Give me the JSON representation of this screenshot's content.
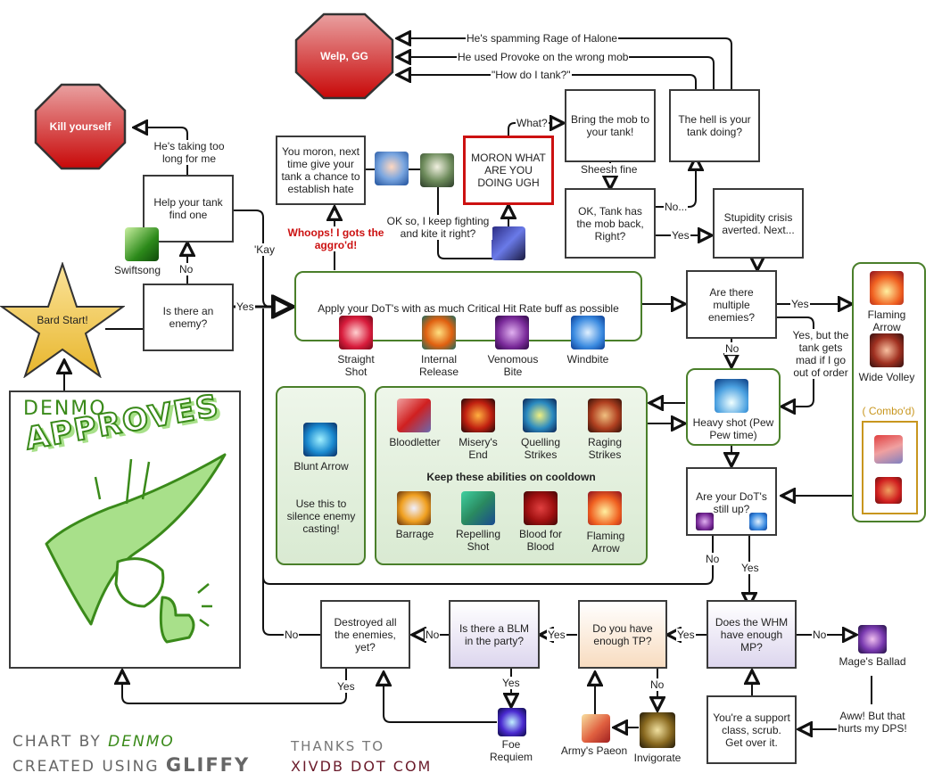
{
  "title": "Bard flowchart",
  "colors": {
    "stop_red": "#cc1111",
    "group_green": "#4a7f2a",
    "combo_gold": "#c8961e",
    "star_gold": "#f0c040",
    "credit_green": "#3a8a1a",
    "credit_gray": "#666666",
    "credit_maroon": "#6a1a2a"
  },
  "terminals": {
    "welp": "Welp, GG",
    "kill": "Kill yourself",
    "start": "Bard Start!"
  },
  "nodes": {
    "help_tank": "Help your tank find one",
    "is_enemy": "Is there an enemy?",
    "you_moron": "You moron, next time give your tank a chance to establish hate",
    "moron_what": "MORON WHAT ARE YOU DOING UGH",
    "bring_mob": "Bring the mob to your tank!",
    "hell_tank": "The hell is your tank doing?",
    "ok_tank": "OK, Tank has the mob back, Right?",
    "crisis": "Stupidity crisis averted. Next...",
    "apply_dots": "Apply your DoT's with as much Critical Hit Rate buff as possible",
    "multiple": "Are there multiple enemies?",
    "heavy_shot": "Heavy shot (Pew Pew time)",
    "dots_up": "Are your DoT's still up?",
    "whm_mp": "Does the WHM have enough MP?",
    "tp": "Do you have enough TP?",
    "blm": "Is there a BLM in the party?",
    "destroyed": "Destroyed all the enemies, yet?",
    "support": "You're a support class, scrub. Get over it.",
    "cooldown_title": "Keep these abilities on cooldown",
    "blunt_desc": "Use this to silence enemy casting!",
    "combo": "( Combo'd)"
  },
  "edge_labels": {
    "rage": "He's spamming Rage of Halone",
    "provoke": "He used Provoke on the wrong mob",
    "how_tank": "\"How do I tank?\"",
    "taking_long": "He's taking too long for me",
    "kay": "'Kay",
    "no_enemy": "No",
    "yes_enemy": "Yes",
    "whoops": "Whoops! I gots the aggro'd!",
    "kite": "OK so, I keep fighting and kite it right?",
    "what": "What?",
    "sheesh": "Sheesh fine",
    "no_dots": "No...",
    "yes_ok": "Yes",
    "multi_yes": "Yes",
    "multi_no": "No",
    "yes_but": "Yes, but the tank gets mad if I go out of order",
    "dots_no": "No",
    "dots_yes": "Yes",
    "whm_no": "No",
    "whm_yes": "Yes",
    "tp_yes": "Yes",
    "tp_no": "No",
    "blm_no": "No",
    "blm_yes": "Yes",
    "destroyed_no": "No",
    "destroyed_yes": "Yes",
    "aww": "Aww! But that hurts my DPS!"
  },
  "abilities": {
    "swiftsong": "Swiftsong",
    "straight_shot": "Straight Shot",
    "internal_release": "Internal Release",
    "venomous_bite": "Venomous Bite",
    "windbite": "Windbite",
    "flaming_arrow": "Flaming Arrow",
    "wide_volley": "Wide Volley",
    "blunt_arrow": "Blunt Arrow",
    "bloodletter": "Bloodletter",
    "miserys_end": "Misery's End",
    "quelling_strikes": "Quelling Strikes",
    "raging_strikes": "Raging Strikes",
    "barrage": "Barrage",
    "repelling_shot": "Repelling Shot",
    "blood_for_blood": "Blood for Blood",
    "flaming_arrow_2": "Flaming Arrow",
    "mages_ballad": "Mage's Ballad",
    "foe_requiem": "Foe Requiem",
    "armys_paeon": "Army's Paeon",
    "invigorate": "Invigorate"
  },
  "art": {
    "denmo": "DENMO",
    "approves": "APPROVES"
  },
  "credits": {
    "chart_by": "CHART BY",
    "author": "DENMO",
    "created_using": "CREATED USING",
    "tool": "GLIFFY",
    "thanks_to": "THANKS TO",
    "source": "XIVDB DOT COM"
  }
}
